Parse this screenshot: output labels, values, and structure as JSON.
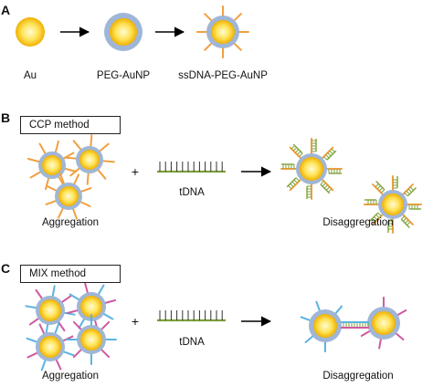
{
  "panels": [
    {
      "letter": "A"
    },
    {
      "letter": "B",
      "method": "CCP method"
    },
    {
      "letter": "C",
      "method": "MIX method"
    }
  ],
  "labels": {
    "au": "Au",
    "peg_aunp": "PEG-AuNP",
    "ssdna_peg_aunp": "ssDNA-PEG-AuNP",
    "tdna_b": "tDNA",
    "aggregation_b": "Aggregation",
    "disaggregation_b": "Disaggregation",
    "tdna_c": "tDNA",
    "aggregation_c": "Aggregation",
    "disaggregation_c": "Disaggregation"
  },
  "symbols": {
    "plus": "+"
  },
  "colors": {
    "gold_center": "#fff6b0",
    "gold_edge": "#f2b600",
    "peg_shell": "#9fb6d6",
    "strand_orange": "#f0a040",
    "strand_blue": "#5ab4e0",
    "strand_pink": "#d05aa0",
    "tdna_green": "#7ea23a",
    "arrow": "#000000"
  }
}
